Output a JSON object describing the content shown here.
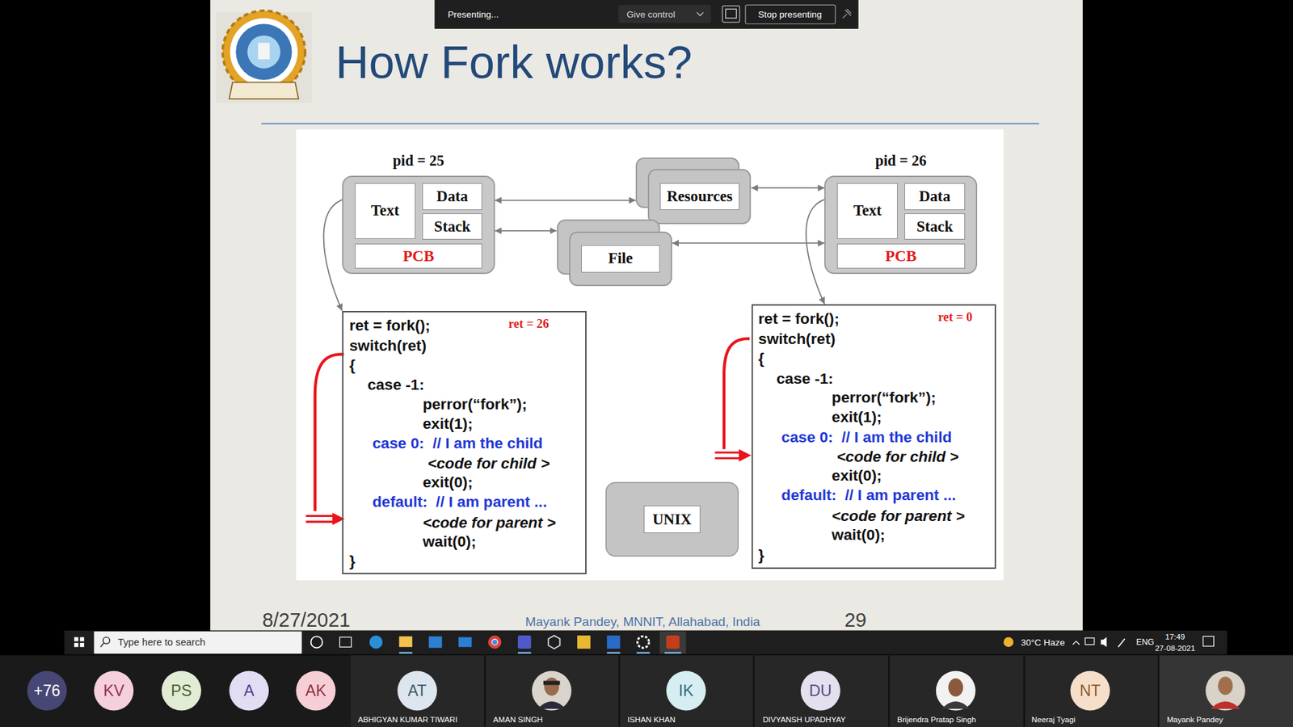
{
  "diagram": {
    "title": "How Fork works?",
    "nodes": [
      {
        "text": [
          "pid = 25"
        ]
      },
      {
        "text": [
          "Text"
        ],
        "in": 0
      },
      {
        "text": [
          "Data"
        ],
        "in": 0
      },
      {
        "text": [
          "Stack"
        ],
        "in": 0
      },
      {
        "text": [
          "PCB"
        ],
        "in": 0
      },
      {
        "text": [
          "Resources"
        ]
      },
      {
        "text": [
          "File"
        ]
      },
      {
        "text": [
          "pid = 26"
        ]
      },
      {
        "text": [
          "Text"
        ],
        "in": 7
      },
      {
        "text": [
          "Data"
        ],
        "in": 7
      },
      {
        "text": [
          "Stack"
        ],
        "in": 7
      },
      {
        "text": [
          "PCB"
        ],
        "in": 7
      },
      {
        "text": [
          "ret = fork();",
          "ret = 26",
          "switch(ret)",
          "{",
          "case -1:",
          "perror(“fork”);",
          "exit(1);",
          "case 0:  // I am the child",
          "<code for child >",
          "exit(0);",
          "default:  // I am parent ...",
          "<code for parent >",
          "wait(0);",
          "}"
        ]
      },
      {
        "text": [
          "ret = fork();",
          "ret = 0",
          "switch(ret)",
          "{",
          "case -1:",
          "perror(“fork”);",
          "exit(1);",
          "case 0:  // I am the child",
          "<code for child >",
          "exit(0);",
          "default:  // I am parent ...",
          "<code for parent >",
          "wait(0);",
          "}"
        ]
      },
      {
        "text": [
          "UNIX"
        ]
      }
    ],
    "edges": [
      {
        "from": 1,
        "to": 12,
        "arrow": "to"
      },
      {
        "from": 0,
        "to": 5,
        "arrow": "both"
      },
      {
        "from": 0,
        "to": 6,
        "arrow": "both"
      },
      {
        "from": 5,
        "to": 7,
        "arrow": "both"
      },
      {
        "from": 6,
        "to": 7,
        "arrow": "both"
      },
      {
        "from": 8,
        "to": 13,
        "arrow": "to"
      }
    ],
    "labels": [
      "8/27/2021",
      "Mayank Pandey, MNNIT, Allahabad, India",
      "29",
      "Presenting...",
      "Give control",
      "Stop presenting",
      "Type here to search",
      "30°C Haze",
      "ENG",
      "17:49",
      "27-08-2021",
      "+76",
      "KV",
      "PS",
      "A",
      "AK",
      "AT",
      "ABHIGYAN KUMAR TIWARI",
      "AMAN SINGH",
      "IK",
      "ISHAN KHAN",
      "DU",
      "DIVYANSH UPADHYAY",
      "Brijendra Pratap Singh",
      "NT",
      "Neeraj Tyagi",
      "Mayank Pandey"
    ]
  }
}
